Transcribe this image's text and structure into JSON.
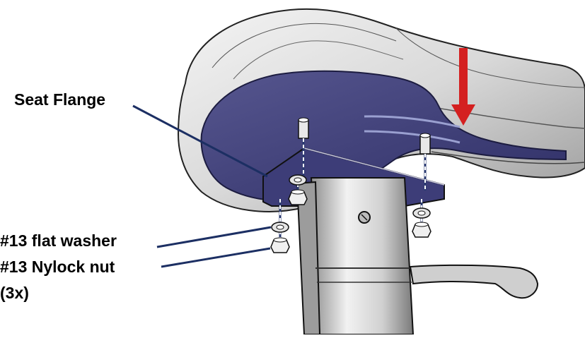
{
  "labels": {
    "seat_flange": "Seat Flange",
    "flat_washer": "#13 flat washer",
    "nylock_nut": "#13 Nylock nut",
    "quantity": "(3x)"
  },
  "colors": {
    "flange_plate": "#3f3f7a",
    "leader_line": "#1c2f63",
    "indicator_arrow": "#d42020",
    "metal_outline": "#111111",
    "hardware_dash": "#ffffff"
  },
  "icons": {
    "indicator": "red-down-arrow-icon"
  }
}
